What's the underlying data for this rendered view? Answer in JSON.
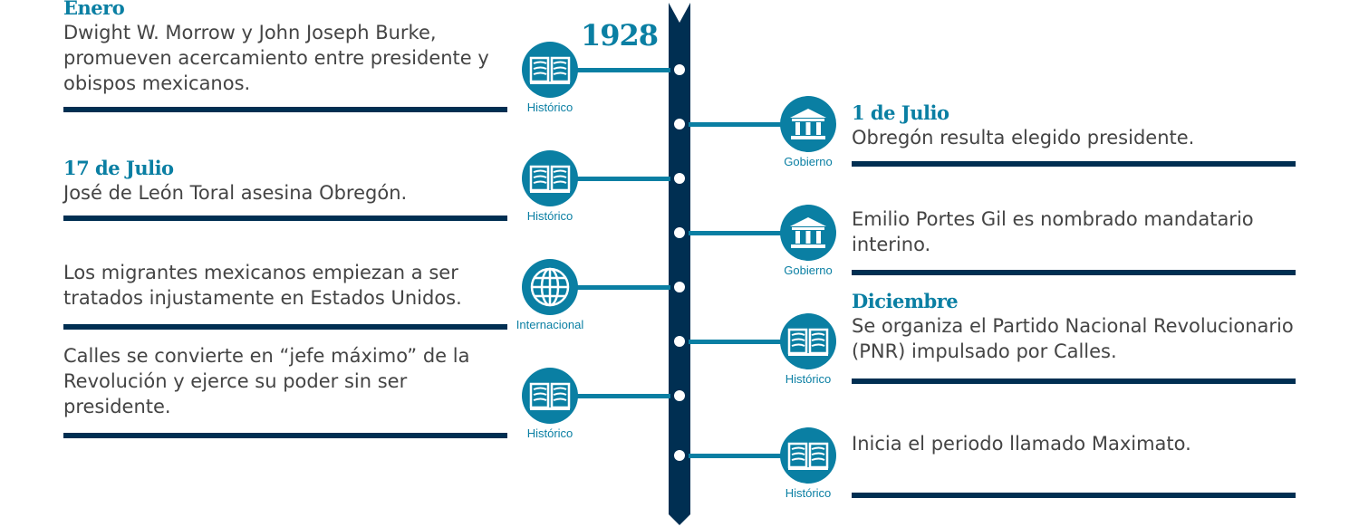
{
  "year": "1928",
  "colors": {
    "teal": "#0a7fa3",
    "navy": "#002f52",
    "text": "#444444"
  },
  "events": [
    {
      "side": "left",
      "heading": "Enero",
      "text": "Dwight W. Morrow y John Joseph Burke, promueven acercamiento entre presidente y obispos mexicanos.",
      "category": "Histórico",
      "icon": "book-icon"
    },
    {
      "side": "right",
      "heading": "1 de Julio",
      "text": "Obregón resulta elegido presidente.",
      "category": "Gobierno",
      "icon": "government-building-icon"
    },
    {
      "side": "left",
      "heading": "17 de Julio",
      "text": "José de León Toral asesina  Obregón.",
      "category": "Histórico",
      "icon": "book-icon"
    },
    {
      "side": "right",
      "heading": "",
      "text": "Emilio Portes Gil es nombrado mandatario interino.",
      "category": "Gobierno",
      "icon": "government-building-icon"
    },
    {
      "side": "left",
      "heading": "",
      "text": "Los migrantes mexicanos empiezan a ser tratados injustamente en Estados Unidos.",
      "category": "Internacional",
      "icon": "globe-icon"
    },
    {
      "side": "right",
      "heading": "Diciembre",
      "text": "Se organiza el Partido Nacional Revolucionario (PNR) impulsado por Calles.",
      "category": "Histórico",
      "icon": "book-icon"
    },
    {
      "side": "left",
      "heading": "",
      "text": "Calles se convierte en “jefe máximo” de la Revolución y ejerce su poder sin ser presidente.",
      "category": "Histórico",
      "icon": "book-icon"
    },
    {
      "side": "right",
      "heading": "",
      "text": "Inicia el periodo llamado Maximato.",
      "category": "Histórico",
      "icon": "book-icon"
    }
  ]
}
